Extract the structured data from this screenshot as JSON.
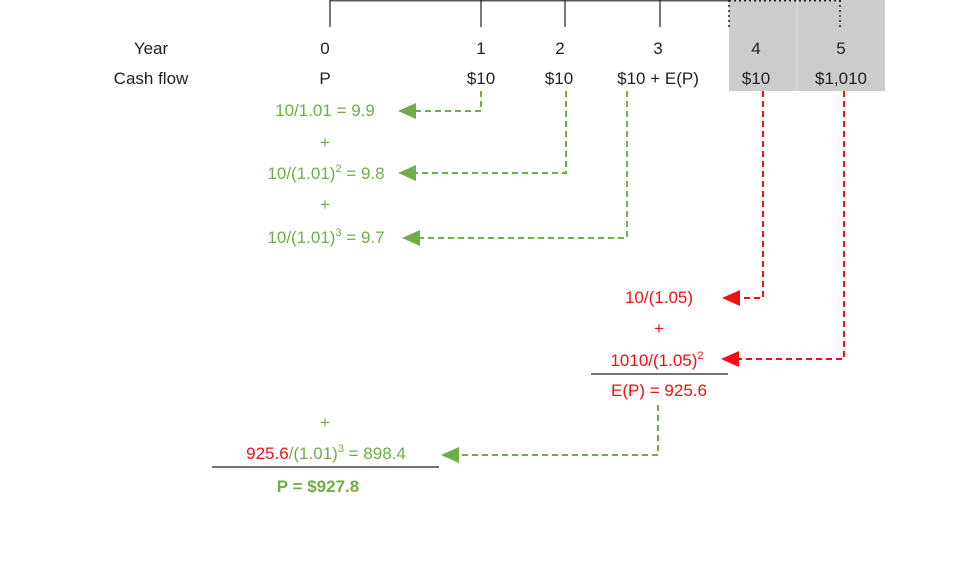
{
  "header": {
    "year_label": "Year",
    "cashflow_label": "Cash flow",
    "years": [
      "0",
      "1",
      "2",
      "3",
      "4",
      "5"
    ],
    "cashflows": [
      "P",
      "$10",
      "$10",
      "$10 + E(P)",
      "$10",
      "$1,010"
    ]
  },
  "green_terms": {
    "term1": "10/1.01 = 9.9",
    "plus1": "+",
    "term2_base": "10/(1.01)",
    "term2_exp": "2",
    "term2_rest": " = 9.8",
    "plus2": "+",
    "term3_base": "10/(1.01)",
    "term3_exp": "3",
    "term3_rest": " = 9.7"
  },
  "red_terms": {
    "term4": "10/(1.05)",
    "plus": "+",
    "term5_base": "1010/(1.05)",
    "term5_exp": "2",
    "ep_result": "E(P) = 925.6"
  },
  "final": {
    "plus": "+",
    "discount_red": "925.6",
    "discount_base": "/(1.01)",
    "discount_exp": "3",
    "discount_rest": " = 898.4",
    "price": "P = $927.8"
  },
  "colors": {
    "green": "#70ad47",
    "red": "#ee1111",
    "shade": "#cccccc",
    "text": "#222222"
  }
}
